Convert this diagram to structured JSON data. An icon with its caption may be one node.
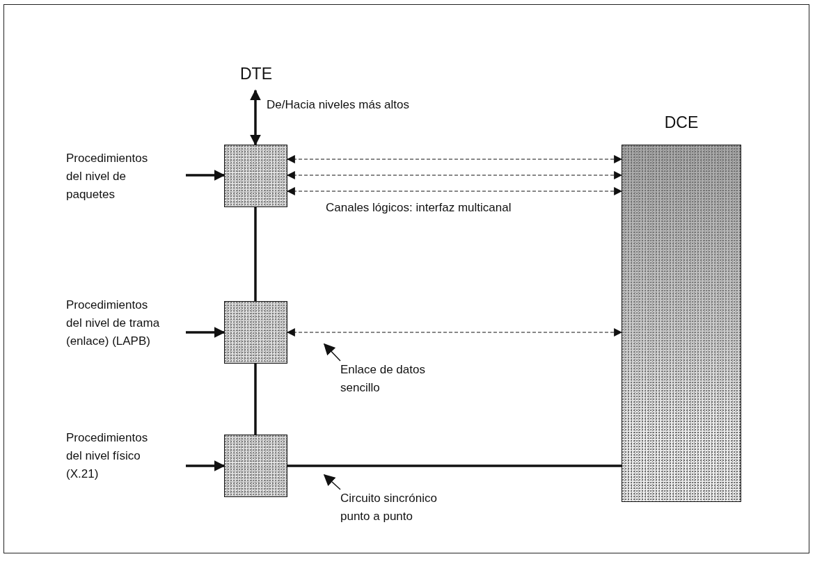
{
  "diagram": {
    "nodes": [
      {
        "text": [
          "DTE"
        ]
      },
      {
        "text": [
          "Procedimientos del nivel de paquetes"
        ]
      },
      {
        "text": [],
        "shape": "box"
      },
      {
        "text": [
          "Procedimientos del nivel de trama (enlace) (LAPB)"
        ]
      },
      {
        "text": [],
        "shape": "box"
      },
      {
        "text": [
          "Procedimientos del nivel físico (X.21)"
        ]
      },
      {
        "text": [],
        "shape": "box"
      },
      {
        "text": [
          "DCE"
        ]
      },
      {
        "text": [
          "Enlace de datos sencillo"
        ]
      },
      {
        "text": [
          "Circuito sincrónico punto a punto"
        ]
      }
    ],
    "edges": [
      {
        "from": 0,
        "to": 2,
        "arrow": "both",
        "label": "De/Hacia niveles más altos"
      },
      {
        "from": 1,
        "to": 2,
        "arrow": "to"
      },
      {
        "from": 2,
        "to": 7,
        "arrow": "both",
        "style": "dashed"
      },
      {
        "from": 2,
        "to": 7,
        "arrow": "both",
        "style": "dashed"
      },
      {
        "from": 2,
        "to": 7,
        "arrow": "both",
        "style": "dashed"
      },
      {
        "from": 2,
        "to": 4,
        "arrow": "none"
      },
      {
        "from": 3,
        "to": 4,
        "arrow": "to"
      },
      {
        "from": 4,
        "to": 7,
        "arrow": "both",
        "style": "dashed"
      },
      {
        "from": 4,
        "to": 6,
        "arrow": "none"
      },
      {
        "from": 5,
        "to": 6,
        "arrow": "to"
      },
      {
        "from": 6,
        "to": 7,
        "arrow": "none"
      },
      {
        "from": 8,
        "to": null,
        "arrow": "to"
      },
      {
        "from": 9,
        "to": null,
        "arrow": "to"
      }
    ],
    "labels": [
      "Canales lógicos: interfaz multicanal"
    ]
  }
}
